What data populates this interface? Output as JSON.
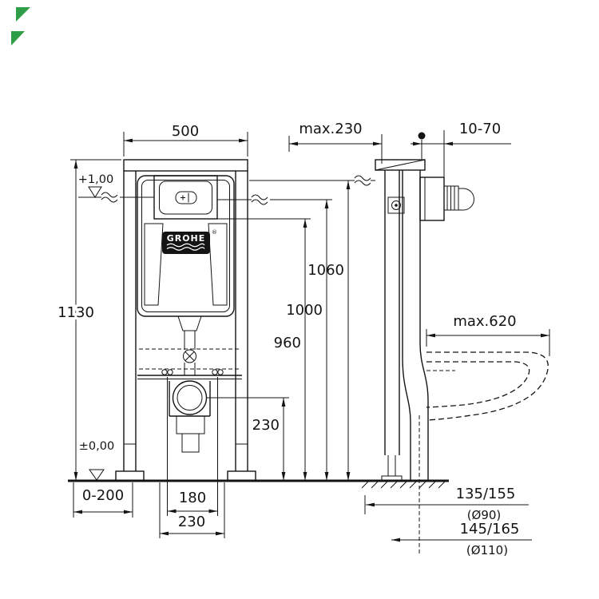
{
  "logo": {
    "brand": "GROHE",
    "registered": "®"
  },
  "front_view": {
    "dim_width": "500",
    "dim_height": "1130",
    "level_top": "+1,00",
    "level_floor": "±0,00",
    "dim_foot_range": "0-200",
    "dim_bolt_spacing": "180",
    "dim_outlet_width": "230",
    "dim_drain_height": "230",
    "dim_h960": "960",
    "dim_h1000": "1000",
    "dim_h1060": "1060"
  },
  "side_view": {
    "dim_depth_max": "max.230",
    "dim_plate_range": "10-70",
    "dim_bowl_depth": "max.620",
    "outlet_a": "135/155",
    "outlet_a_dia": "(Ø90)",
    "outlet_b": "145/165",
    "outlet_b_dia": "(Ø110)"
  },
  "watermark_color": "#2e9e49"
}
